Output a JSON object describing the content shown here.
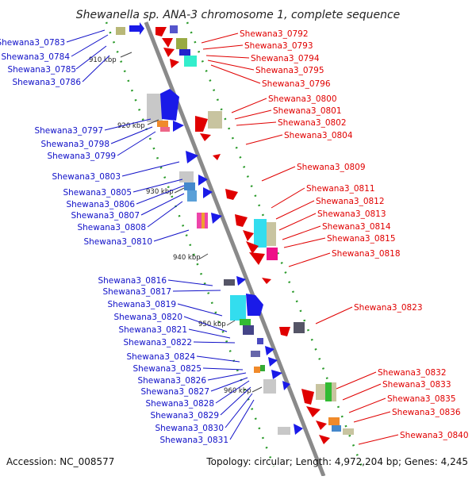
{
  "title": "Shewanella sp. ANA-3 chromosome 1, complete sequence",
  "accession": "Accession: NC_008577",
  "topology": "Topology: circular; Length: 4,972,204 bp; Genes: 4,245",
  "colors": {
    "left_label": "#1010c8",
    "right_label": "#e00000",
    "backbone": "#8a8a8a",
    "tick": "#2a9a2a"
  },
  "kbp_ticks": [
    "910 kbp",
    "920 kbp",
    "930 kbp",
    "940 kbp",
    "950 kbp",
    "960 kbp"
  ],
  "left_labels": [
    "Shewana3_0783",
    "Shewana3_0784",
    "Shewana3_0785",
    "Shewana3_0786",
    "Shewana3_0797",
    "Shewana3_0798",
    "Shewana3_0799",
    "Shewana3_0803",
    "Shewana3_0805",
    "Shewana3_0806",
    "Shewana3_0807",
    "Shewana3_0808",
    "Shewana3_0810",
    "Shewana3_0816",
    "Shewana3_0817",
    "Shewana3_0819",
    "Shewana3_0820",
    "Shewana3_0821",
    "Shewana3_0822",
    "Shewana3_0824",
    "Shewana3_0825",
    "Shewana3_0826",
    "Shewana3_0827",
    "Shewana3_0828",
    "Shewana3_0829",
    "Shewana3_0830",
    "Shewana3_0831"
  ],
  "right_labels": [
    "Shewana3_0792",
    "Shewana3_0793",
    "Shewana3_0794",
    "Shewana3_0795",
    "Shewana3_0796",
    "Shewana3_0800",
    "Shewana3_0801",
    "Shewana3_0802",
    "Shewana3_0804",
    "Shewana3_0809",
    "Shewana3_0811",
    "Shewana3_0812",
    "Shewana3_0813",
    "Shewana3_0814",
    "Shewana3_0815",
    "Shewana3_0818",
    "Shewana3_0823",
    "Shewana3_0832",
    "Shewana3_0833",
    "Shewana3_0835",
    "Shewana3_0836",
    "Shewana3_0840"
  ]
}
